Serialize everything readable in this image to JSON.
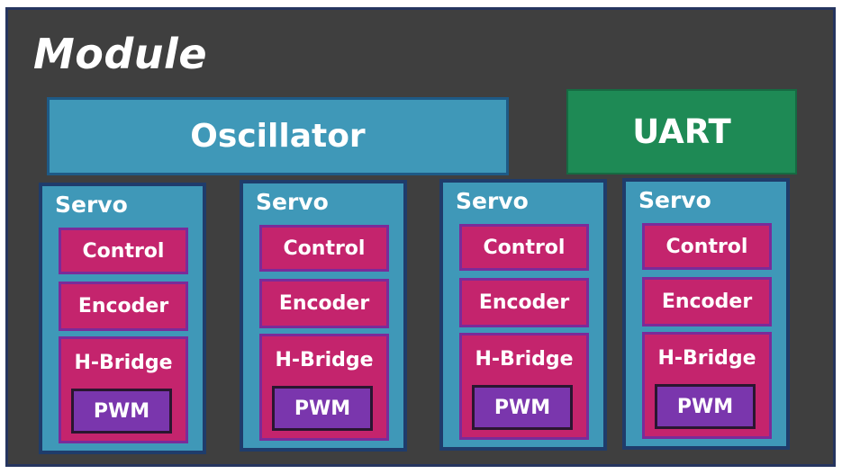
{
  "module": {
    "title": "Module"
  },
  "oscillator": {
    "label": "Oscillator"
  },
  "uart": {
    "label": "UART"
  },
  "servos": [
    {
      "label": "Servo",
      "control": "Control",
      "encoder": "Encoder",
      "hbridge": "H-Bridge",
      "pwm": "PWM"
    },
    {
      "label": "Servo",
      "control": "Control",
      "encoder": "Encoder",
      "hbridge": "H-Bridge",
      "pwm": "PWM"
    },
    {
      "label": "Servo",
      "control": "Control",
      "encoder": "Encoder",
      "hbridge": "H-Bridge",
      "pwm": "PWM"
    },
    {
      "label": "Servo",
      "control": "Control",
      "encoder": "Encoder",
      "hbridge": "H-Bridge",
      "pwm": "PWM"
    }
  ],
  "colors": {
    "module_bg": "#3f3f3f",
    "oscillator": "#3f98b8",
    "uart": "#1e8a55",
    "servo": "#3f98b8",
    "subblock": "#c4246d",
    "pwm": "#7a36ad"
  }
}
